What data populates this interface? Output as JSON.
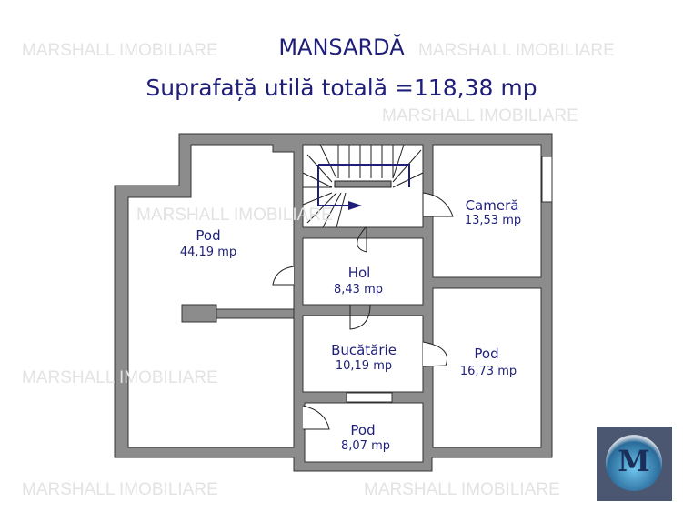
{
  "header": {
    "title": "MANSARDĂ",
    "subtitle": "Suprafață utilă totală =118,38 mp"
  },
  "watermark": "MARSHALL IMOBILIARE",
  "rooms": [
    {
      "name": "Pod",
      "area": "44,19 mp"
    },
    {
      "name": "Cameră",
      "area": "13,53 mp"
    },
    {
      "name": "Hol",
      "area": "8,43 mp"
    },
    {
      "name": "Bucătărie",
      "area": "10,19 mp"
    },
    {
      "name": "Pod",
      "area": "16,73 mp"
    },
    {
      "name": "Pod",
      "area": "8,07 mp"
    }
  ],
  "logo": {
    "letter": "M"
  },
  "colors": {
    "wall": "#8c8c8c",
    "text": "#1f1f7a",
    "logo_bg": "#4b5670"
  }
}
